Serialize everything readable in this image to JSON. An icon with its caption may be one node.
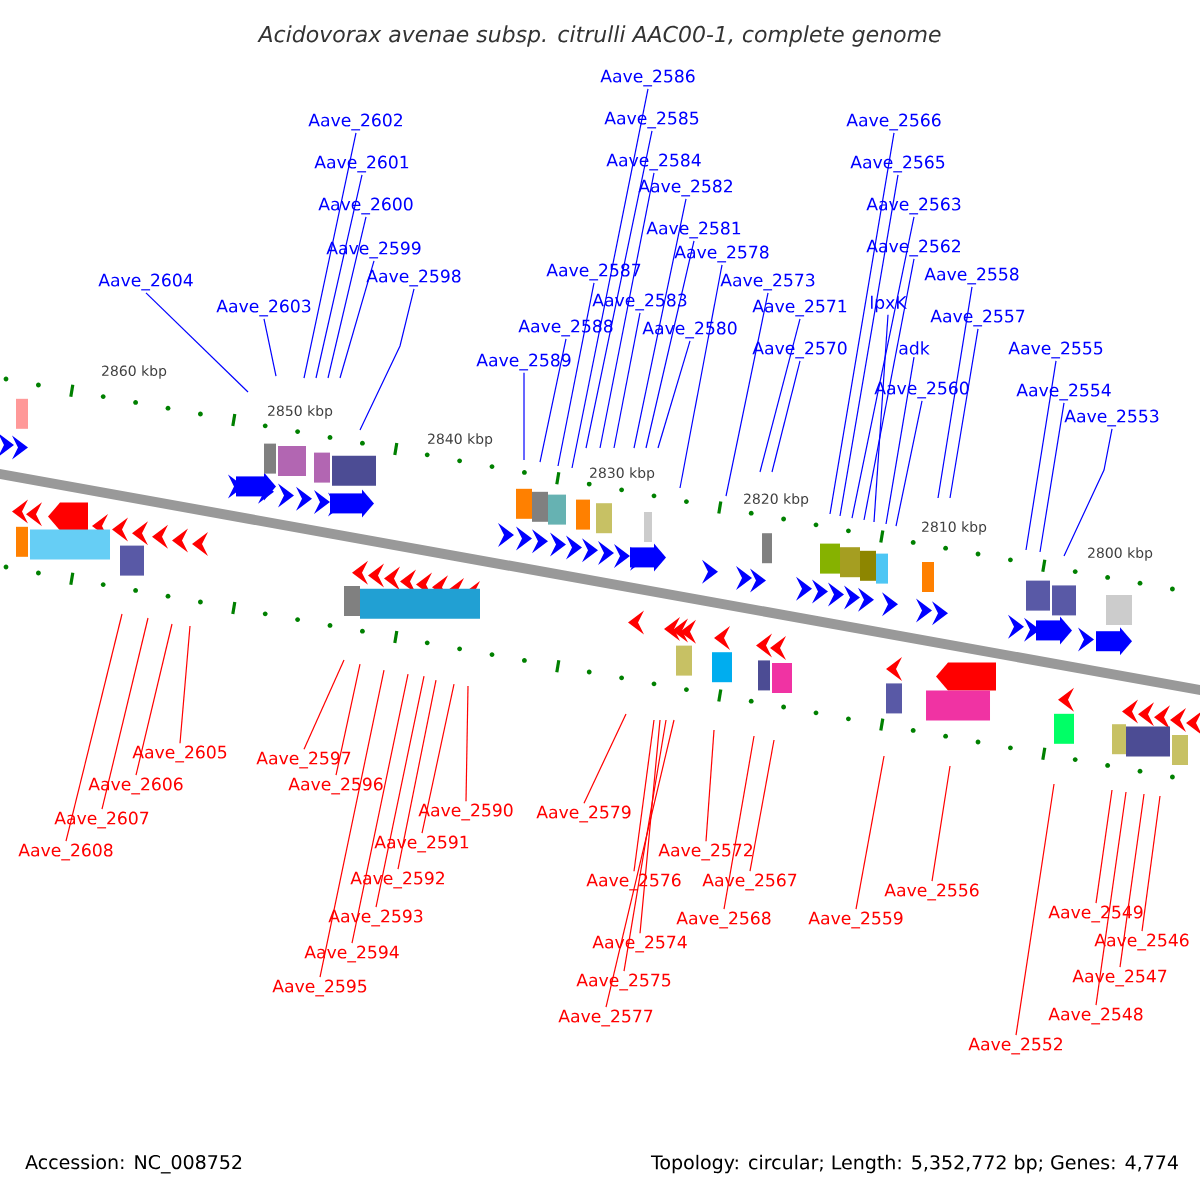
{
  "diagram": {
    "title": "Acidovorax avenae subsp. citrulli AAC00-1, complete genome",
    "nodes": [
      {
        "text": [
          "Aave_2586"
        ]
      },
      {
        "text": [
          "Aave_2602"
        ]
      },
      {
        "text": [
          "Aave_2585"
        ]
      },
      {
        "text": [
          "Aave_2566"
        ]
      },
      {
        "text": [
          "Aave_2584"
        ]
      },
      {
        "text": [
          "Aave_2601"
        ]
      },
      {
        "text": [
          "Aave_2565"
        ]
      },
      {
        "text": [
          "Aave_2582"
        ]
      },
      {
        "text": [
          "Aave_2600"
        ]
      },
      {
        "text": [
          "Aave_2563"
        ]
      },
      {
        "text": [
          "Aave_2581"
        ]
      },
      {
        "text": [
          "Aave_2562"
        ]
      },
      {
        "text": [
          "Aave_2599"
        ]
      },
      {
        "text": [
          "Aave_2578"
        ]
      },
      {
        "text": [
          "Aave_2587"
        ]
      },
      {
        "text": [
          "Aave_2558"
        ]
      },
      {
        "text": [
          "Aave_2598"
        ]
      },
      {
        "text": [
          "Aave_2604"
        ]
      },
      {
        "text": [
          "Aave_2573"
        ]
      },
      {
        "text": [
          "Aave_2583"
        ]
      },
      {
        "text": [
          "lpxK"
        ]
      },
      {
        "text": [
          "Aave_2603"
        ]
      },
      {
        "text": [
          "Aave_2571"
        ]
      },
      {
        "text": [
          "Aave_2557"
        ]
      },
      {
        "text": [
          "Aave_2588"
        ]
      },
      {
        "text": [
          "Aave_2580"
        ]
      },
      {
        "text": [
          "adk"
        ]
      },
      {
        "text": [
          "Aave_2570"
        ]
      },
      {
        "text": [
          "Aave_2555"
        ]
      },
      {
        "text": [
          "Aave_2589"
        ]
      },
      {
        "text": [
          "Aave_2560"
        ]
      },
      {
        "text": [
          "Aave_2554"
        ]
      },
      {
        "text": [
          "Aave_2553"
        ]
      },
      {
        "text": [
          "Aave_2605"
        ]
      },
      {
        "text": [
          "Aave_2597"
        ]
      },
      {
        "text": [
          "Aave_2606"
        ]
      },
      {
        "text": [
          "Aave_2596"
        ]
      },
      {
        "text": [
          "Aave_2590"
        ]
      },
      {
        "text": [
          "Aave_2579"
        ]
      },
      {
        "text": [
          "Aave_2607"
        ]
      },
      {
        "text": [
          "Aave_2591"
        ]
      },
      {
        "text": [
          "Aave_2608"
        ]
      },
      {
        "text": [
          "Aave_2572"
        ]
      },
      {
        "text": [
          "Aave_2592"
        ]
      },
      {
        "text": [
          "Aave_2576"
        ]
      },
      {
        "text": [
          "Aave_2567"
        ]
      },
      {
        "text": [
          "Aave_2556"
        ]
      },
      {
        "text": [
          "Aave_2549"
        ]
      },
      {
        "text": [
          "Aave_2593"
        ]
      },
      {
        "text": [
          "Aave_2568"
        ]
      },
      {
        "text": [
          "Aave_2559"
        ]
      },
      {
        "text": [
          "Aave_2546"
        ]
      },
      {
        "text": [
          "Aave_2574"
        ]
      },
      {
        "text": [
          "Aave_2594"
        ]
      },
      {
        "text": [
          "Aave_2547"
        ]
      },
      {
        "text": [
          "Aave_2575"
        ]
      },
      {
        "text": [
          "Aave_2595"
        ]
      },
      {
        "text": [
          "Aave_2548"
        ]
      },
      {
        "text": [
          "Aave_2577"
        ]
      },
      {
        "text": [
          "Aave_2552"
        ]
      }
    ],
    "edges": [
      {
        "from": 0,
        "to": null,
        "arrow": "none"
      },
      {
        "from": 1,
        "to": null,
        "arrow": "none"
      },
      {
        "from": 2,
        "to": null,
        "arrow": "none"
      },
      {
        "from": 3,
        "to": null,
        "arrow": "none"
      },
      {
        "from": 4,
        "to": null,
        "arrow": "none"
      },
      {
        "from": 5,
        "to": null,
        "arrow": "none"
      },
      {
        "from": 6,
        "to": null,
        "arrow": "none"
      },
      {
        "from": 7,
        "to": null,
        "arrow": "none"
      },
      {
        "from": 8,
        "to": null,
        "arrow": "none"
      },
      {
        "from": 9,
        "to": null,
        "arrow": "none"
      },
      {
        "from": 10,
        "to": null,
        "arrow": "none"
      },
      {
        "from": 11,
        "to": null,
        "arrow": "none"
      },
      {
        "from": 12,
        "to": null,
        "arrow": "none"
      },
      {
        "from": 13,
        "to": null,
        "arrow": "none"
      },
      {
        "from": 14,
        "to": null,
        "arrow": "none"
      },
      {
        "from": 15,
        "to": null,
        "arrow": "none"
      },
      {
        "from": 16,
        "to": null,
        "arrow": "none"
      },
      {
        "from": 17,
        "to": null,
        "arrow": "none"
      },
      {
        "from": 18,
        "to": null,
        "arrow": "none"
      },
      {
        "from": 19,
        "to": null,
        "arrow": "none"
      },
      {
        "from": 20,
        "to": null,
        "arrow": "none"
      },
      {
        "from": 21,
        "to": null,
        "arrow": "none"
      },
      {
        "from": 22,
        "to": null,
        "arrow": "none"
      },
      {
        "from": 23,
        "to": null,
        "arrow": "none"
      },
      {
        "from": 24,
        "to": null,
        "arrow": "none"
      },
      {
        "from": 25,
        "to": null,
        "arrow": "none"
      },
      {
        "from": 26,
        "to": null,
        "arrow": "none"
      },
      {
        "from": 27,
        "to": null,
        "arrow": "none"
      },
      {
        "from": 28,
        "to": null,
        "arrow": "none"
      },
      {
        "from": 29,
        "to": null,
        "arrow": "none"
      },
      {
        "from": 30,
        "to": null,
        "arrow": "none"
      },
      {
        "from": 31,
        "to": null,
        "arrow": "none"
      },
      {
        "from": 32,
        "to": null,
        "arrow": "none"
      },
      {
        "from": 33,
        "to": null,
        "arrow": "none",
        "color": "#ff0000"
      },
      {
        "from": 34,
        "to": null,
        "arrow": "none",
        "color": "#ff0000"
      },
      {
        "from": 35,
        "to": null,
        "arrow": "none",
        "color": "#ff0000"
      },
      {
        "from": 36,
        "to": null,
        "arrow": "none",
        "color": "#ff0000"
      },
      {
        "from": 37,
        "to": null,
        "arrow": "none",
        "color": "#ff0000"
      },
      {
        "from": 38,
        "to": null,
        "arrow": "none",
        "color": "#ff0000"
      },
      {
        "from": 39,
        "to": null,
        "arrow": "none",
        "color": "#ff0000"
      },
      {
        "from": 40,
        "to": null,
        "arrow": "none",
        "color": "#ff0000"
      },
      {
        "from": 41,
        "to": null,
        "arrow": "none",
        "color": "#ff0000"
      },
      {
        "from": 42,
        "to": null,
        "arrow": "none",
        "color": "#ff0000"
      },
      {
        "from": 43,
        "to": null,
        "arrow": "none",
        "color": "#ff0000"
      },
      {
        "from": 44,
        "to": null,
        "arrow": "none",
        "color": "#ff0000"
      },
      {
        "from": 45,
        "to": null,
        "arrow": "none",
        "color": "#ff0000"
      },
      {
        "from": 46,
        "to": null,
        "arrow": "none",
        "color": "#ff0000"
      },
      {
        "from": 47,
        "to": null,
        "arrow": "none",
        "color": "#ff0000"
      },
      {
        "from": 48,
        "to": null,
        "arrow": "none",
        "color": "#ff0000"
      },
      {
        "from": 49,
        "to": null,
        "arrow": "none",
        "color": "#ff0000"
      },
      {
        "from": 50,
        "to": null,
        "arrow": "none",
        "color": "#ff0000"
      },
      {
        "from": 51,
        "to": null,
        "arrow": "none",
        "color": "#ff0000"
      },
      {
        "from": 52,
        "to": null,
        "arrow": "none",
        "color": "#ff0000"
      },
      {
        "from": 53,
        "to": null,
        "arrow": "none",
        "color": "#ff0000"
      },
      {
        "from": 54,
        "to": null,
        "arrow": "none",
        "color": "#ff0000"
      },
      {
        "from": 55,
        "to": null,
        "arrow": "none",
        "color": "#ff0000"
      },
      {
        "from": 56,
        "to": null,
        "arrow": "none",
        "color": "#ff0000"
      },
      {
        "from": 57,
        "to": null,
        "arrow": "none",
        "color": "#ff0000"
      },
      {
        "from": 58,
        "to": null,
        "arrow": "none",
        "color": "#ff0000"
      },
      {
        "from": 59,
        "to": null,
        "arrow": "none",
        "color": "#ff0000"
      }
    ],
    "labels": [
      "2860 kbp",
      "2850 kbp",
      "2840 kbp",
      "2830 kbp",
      "2820 kbp",
      "2810 kbp",
      "2800 kbp",
      "Accession: NC_008752",
      "Topology: circular; Length: 5,352,772 bp; Genes: 4,774"
    ]
  }
}
